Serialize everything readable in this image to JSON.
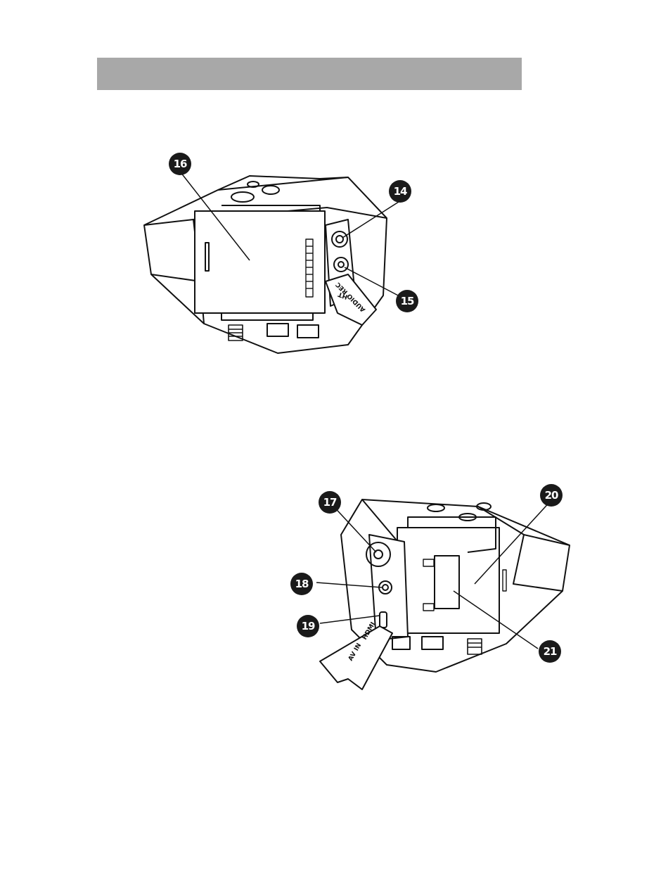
{
  "callouts": {
    "c14": "14",
    "c15": "15",
    "c16": "16",
    "c17": "17",
    "c18": "18",
    "c19": "19",
    "c20": "20",
    "c21": "21"
  },
  "labels": {
    "audio_rec": "AUDIO REC",
    "ht": "HT",
    "av_in": "AV IN",
    "hdmi": "HDMI"
  },
  "colors": {
    "header_bar": "#a8a8a8",
    "line": "#111111",
    "callout_fill": "#1a1a1a"
  }
}
